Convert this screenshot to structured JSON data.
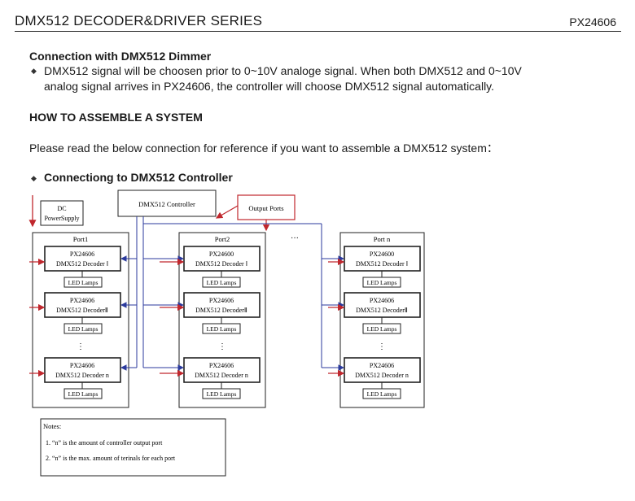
{
  "header": {
    "series": "DMX512 DECODER&DRIVER SERIES",
    "model": "PX24606"
  },
  "section1": {
    "title": "Connection with DMX512 Dimmer",
    "bullet_line1": "DMX512 signal will be choosen prior to 0~10V analoge signal. When both DMX512 and 0~10V",
    "bullet_line2": "analog signal arrives in PX24606, the controller will choose DMX512 signal automatically."
  },
  "section2": {
    "title": "HOW TO ASSEMBLE A SYSTEM",
    "intro": "Please read the below connection for reference if you want to assemble a DMX512 system："
  },
  "section3": {
    "title": "Connectiong to DMX512 Controller"
  },
  "diagram": {
    "dc_label_1": "DC",
    "dc_label_2": "PowerSupply",
    "controller": "DMX512 Controller",
    "output_ports": "Output Ports",
    "ellipsis_h": "···",
    "ellipsis_v": "⋮",
    "lamp": "LED Lamps",
    "ports": [
      {
        "name": "Port1",
        "d1a": "PX24606",
        "d1b": "DMX512 Decoder Ⅰ",
        "d2a": "PX24606",
        "d2b": "DMX512 DecoderⅡ",
        "d3a": "PX24606",
        "d3b": "DMX512 Decoder n"
      },
      {
        "name": "Port2",
        "d1a": "PX24600",
        "d1b": "DMX512 Decoder Ⅰ",
        "d2a": "PX24606",
        "d2b": "DMX512 DecoderⅡ",
        "d3a": "PX24606",
        "d3b": "DMX512 Decoder n"
      },
      {
        "name": "Port n",
        "d1a": "PX24600",
        "d1b": "DMX512 Decoder Ⅰ",
        "d2a": "PX24606",
        "d2b": "DMX512 DecoderⅡ",
        "d3a": "PX24606",
        "d3b": "DMX512 Decoder n"
      }
    ]
  },
  "notes": {
    "title": "Notes:",
    "line1": "1. “n” is the amount of controller output port",
    "line2": "2. “n” is the max. amount of terinals for each port"
  }
}
